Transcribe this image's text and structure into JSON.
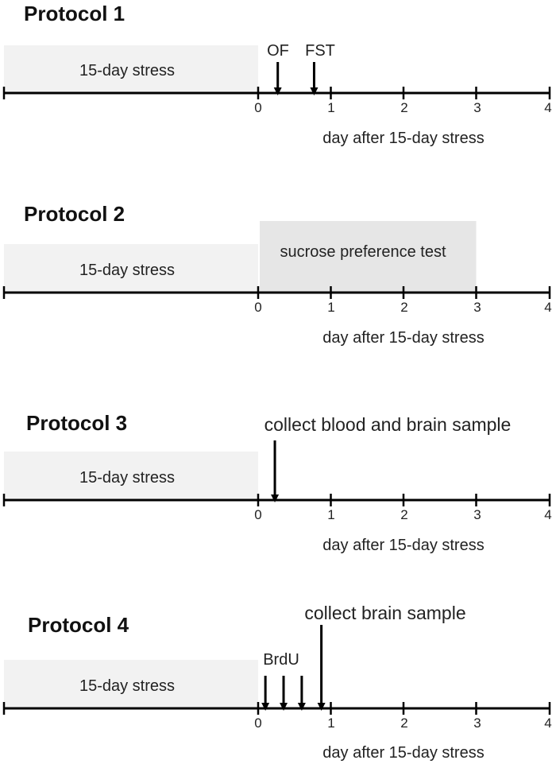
{
  "colors": {
    "stress_box": "#f2f2f2",
    "test_box": "#e6e6e6",
    "line": "#000000"
  },
  "protocols": [
    {
      "title": "Protocol 1",
      "stress_label": "15-day stress",
      "tick_labels": [
        "0",
        "1",
        "2",
        "3",
        "4"
      ],
      "axis_label": "day after 15-day stress",
      "events": [
        {
          "label": "OF",
          "day": 0.27
        },
        {
          "label": "FST",
          "day": 0.77
        }
      ]
    },
    {
      "title": "Protocol 2",
      "stress_label": "15-day stress",
      "test_label": "sucrose preference test",
      "test_days": [
        0,
        3
      ],
      "tick_labels": [
        "0",
        "1",
        "2",
        "3",
        "4"
      ],
      "axis_label": "day after 15-day stress"
    },
    {
      "title": "Protocol 3",
      "stress_label": "15-day stress",
      "tick_labels": [
        "0",
        "1",
        "2",
        "3",
        "4"
      ],
      "axis_label": "day after 15-day stress",
      "events": [
        {
          "label": "collect blood and brain sample",
          "day": 0.23
        }
      ]
    },
    {
      "title": "Protocol 4",
      "stress_label": "15-day stress",
      "tick_labels": [
        "0",
        "1",
        "2",
        "3",
        "4"
      ],
      "axis_label": "day after 15-day stress",
      "injection_label": "BrdU",
      "injection_days": [
        0.1,
        0.35,
        0.6
      ],
      "collect_label": "collect brain sample",
      "collect_day": 0.87
    }
  ]
}
